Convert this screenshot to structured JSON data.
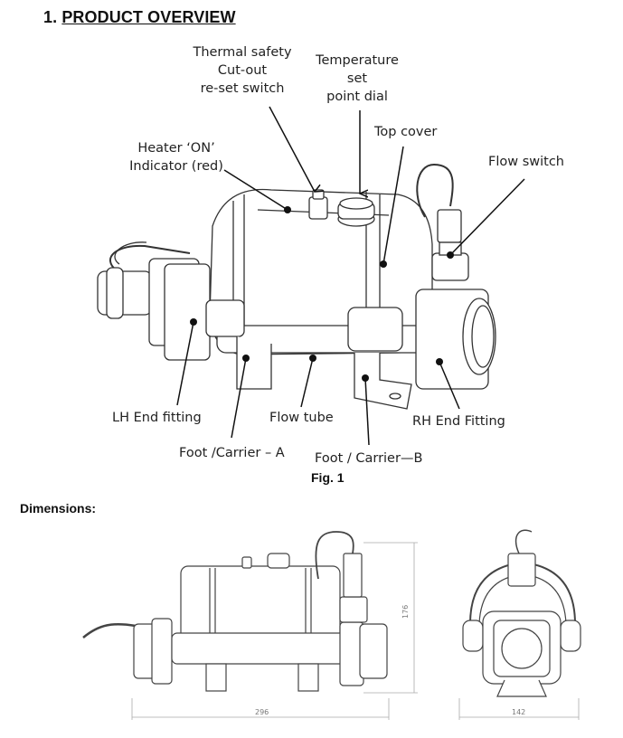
{
  "section": {
    "number": "1.",
    "title": "PRODUCT OVERVIEW"
  },
  "labels": {
    "thermal_safety": [
      "Thermal safety",
      "Cut-out",
      "re-set switch"
    ],
    "temperature_dial": [
      "Temperature",
      "set",
      "point dial"
    ],
    "top_cover": "Top cover",
    "flow_switch": "Flow switch",
    "heater_on": [
      "Heater ‘ON’",
      "Indicator (red)"
    ],
    "lh_end_fitting": "LH End fitting",
    "flow_tube": "Flow tube",
    "rh_end_fitting": "RH End Fitting",
    "foot_a": "Foot /Carrier – A",
    "foot_b": "Foot / Carrier—B"
  },
  "figure_caption": "Fig. 1",
  "dimensions_heading": "Dimensions:",
  "dimension_values": {
    "length": "296",
    "height": "176",
    "width": "142"
  }
}
